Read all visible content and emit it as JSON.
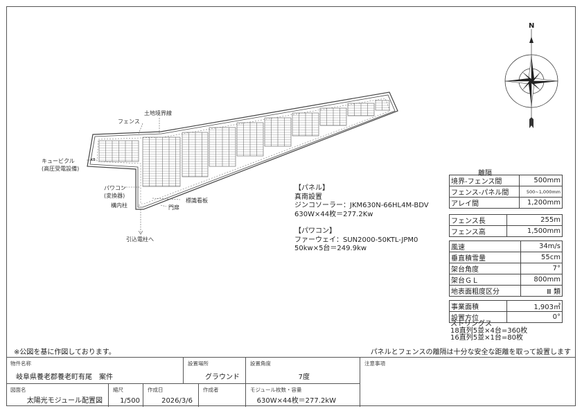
{
  "compass": {
    "north_label": "N"
  },
  "plan_labels": {
    "boundary": "土地境界線",
    "fence": "フェンス",
    "cubicle": "キュービクル",
    "cubicle_sub": "(高圧受電設備)",
    "pcs": "パワコン",
    "pcs_sub": "(変換器)",
    "pole": "構内柱",
    "sign": "標識看板",
    "gate": "門扉",
    "to_pole": "引込電柱へ",
    "kb": "KB"
  },
  "panel_info": {
    "panel_header": "【パネル】",
    "orientation": "真南設置",
    "panel_model": "ジンコソーラー：JKM630N-66HL4M-BDV",
    "panel_capacity": "630W×44枚＝277.2Kw",
    "pcs_header": "【パワコン】",
    "pcs_model": "ファーウェイ：SUN2000-50KTL-JPM0",
    "pcs_capacity": "50kw×5台＝249.9kw"
  },
  "spacing": {
    "title": "離隔",
    "rows": [
      {
        "label": "境界-フェンス間",
        "value": "500mm"
      },
      {
        "label": "フェンス-パネル間",
        "value": "500~1,000mm"
      },
      {
        "label": "アレイ間",
        "value": "1,200mm"
      }
    ]
  },
  "fence": {
    "rows": [
      {
        "label": "フェンス長",
        "value": "255m"
      },
      {
        "label": "フェンス高",
        "value": "1,500mm"
      }
    ]
  },
  "conditions": {
    "rows": [
      {
        "label": "風速",
        "value": "34m/s"
      },
      {
        "label": "垂直積雪量",
        "value": "55cm"
      },
      {
        "label": "架台角度",
        "value": "7°"
      },
      {
        "label": "架台ＧＬ",
        "value": "800mm"
      },
      {
        "label": "地表面粗度区分",
        "value": "Ⅲ 類"
      }
    ]
  },
  "site": {
    "rows": [
      {
        "label": "事業面積",
        "value": "1,903㎡"
      },
      {
        "label": "設置方位",
        "value": "0°"
      }
    ]
  },
  "strings": {
    "title": "ストリングス",
    "lines": [
      "18直列5並×4台=360枚",
      "16直列5並×1台=80枚"
    ]
  },
  "notes": {
    "left": "※公図を基に作図しております。",
    "right": "パネルとフェンスの離隔は十分な安全な距離を取って設置します"
  },
  "title_block": {
    "property_name_label": "物件名称",
    "property_name": "岐阜県養老郡養老町有尾　案件",
    "location_label": "設置場所",
    "location": "グラウンド",
    "angle_label": "設置角度",
    "angle": "7度",
    "remarks_label": "注意事項",
    "drawing_name_label": "図面名",
    "drawing_name": "太陽光モジュール配置図",
    "scale_label": "縮尺",
    "scale": "1/500",
    "date_label": "作成日",
    "date": "2026/3/6",
    "author_label": "作成者",
    "author": "",
    "modules_label": "モジュール枚数・容量",
    "modules": "630W×44枚＝277.2kW"
  }
}
